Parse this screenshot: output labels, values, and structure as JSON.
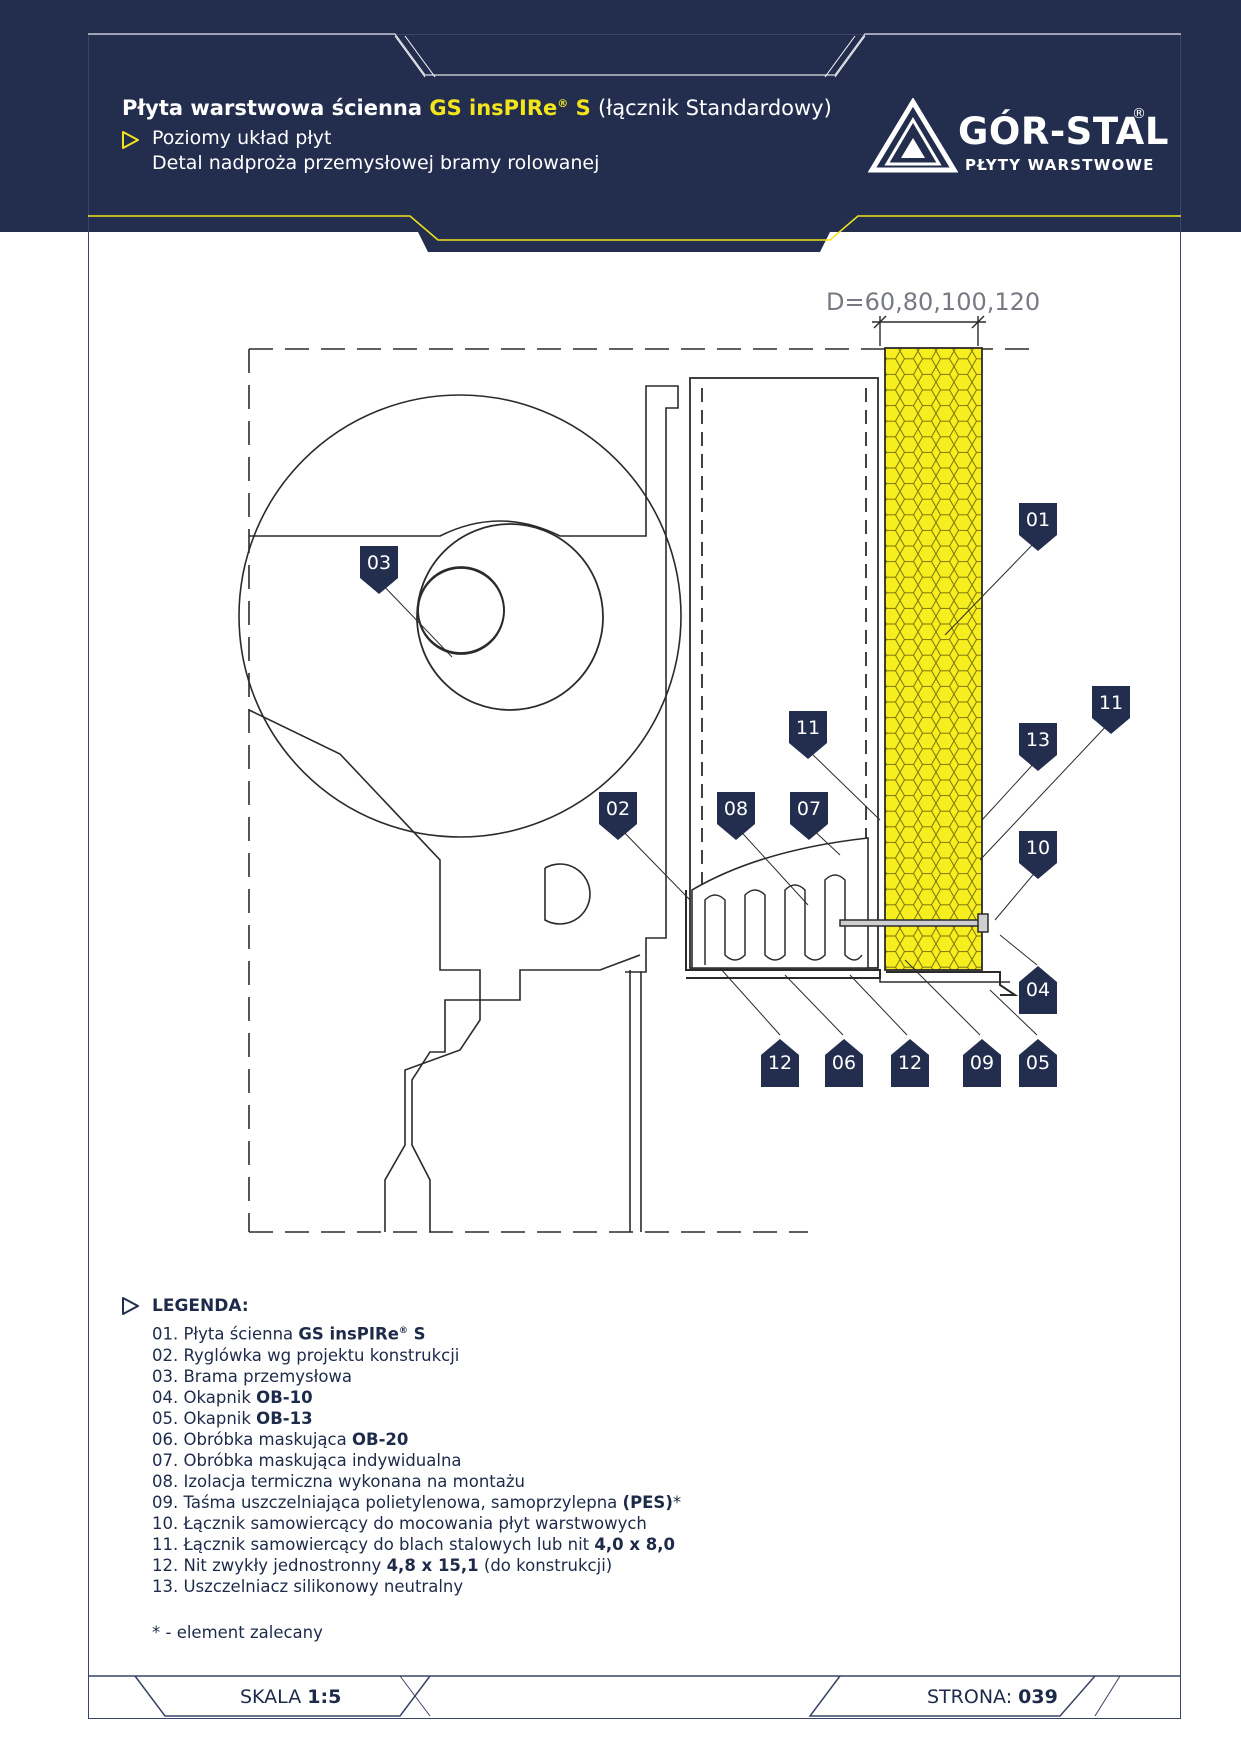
{
  "header": {
    "title_prefix": "Płyta warstwowa ścienna",
    "title_product": "GS insPIRe",
    "title_reg": "®",
    "title_product_suffix": "S",
    "title_connector": "(łącznik Standardowy)",
    "line1": "Poziomy układ płyt",
    "line2": "Detal nadproża przemysłowej bramy rolowanej"
  },
  "logo": {
    "name": "GÓR-STAL",
    "reg": "®",
    "subtitle": "PŁYTY WARSTWOWE"
  },
  "colors": {
    "navy": "#232e4f",
    "accent_yellow": "#f2e51c",
    "insulation_yellow": "#f6ee1f",
    "line": "#2b2b2b"
  },
  "drawing": {
    "dimension_label": "D=60,80,100,120",
    "callouts": [
      "01",
      "02",
      "03",
      "04",
      "05",
      "06",
      "07",
      "08",
      "09",
      "10",
      "11",
      "11",
      "12",
      "12",
      "13"
    ]
  },
  "legend": {
    "title": "LEGENDA:",
    "items": [
      {
        "pre": "01. Płyta ścienna ",
        "bold": "GS insPIRe",
        "sup": "®",
        "bold2": " S",
        "post": ""
      },
      {
        "pre": "02. Ryglówka wg projektu konstrukcji"
      },
      {
        "pre": "03. Brama przemysłowa"
      },
      {
        "pre": "04. Okapnik ",
        "bold": "OB-10"
      },
      {
        "pre": "05. Okapnik ",
        "bold": "OB-13"
      },
      {
        "pre": "06. Obróbka maskująca ",
        "bold": "OB-20"
      },
      {
        "pre": "07. Obróbka maskująca indywidualna"
      },
      {
        "pre": "08. Izolacja termiczna wykonana na montażu"
      },
      {
        "pre": "09. Taśma uszczelniająca polietylenowa, samoprzylepna ",
        "bold": "(PES)",
        "post": "*"
      },
      {
        "pre": "10. Łącznik samowiercący do mocowania płyt warstwowych"
      },
      {
        "pre": "11. Łącznik samowiercący do blach stalowych lub nit ",
        "bold": "4,0 x 8,0"
      },
      {
        "pre": "12. Nit zwykły jednostronny ",
        "bold": "4,8 x 15,1",
        "post": " (do konstrukcji)"
      },
      {
        "pre": "13. Uszczelniacz silikonowy neutralny"
      }
    ],
    "note": "* -  element zalecany"
  },
  "footer": {
    "scale_label": "SKALA",
    "scale_value": "1:5",
    "page_label": "STRONA:",
    "page_value": "039"
  }
}
